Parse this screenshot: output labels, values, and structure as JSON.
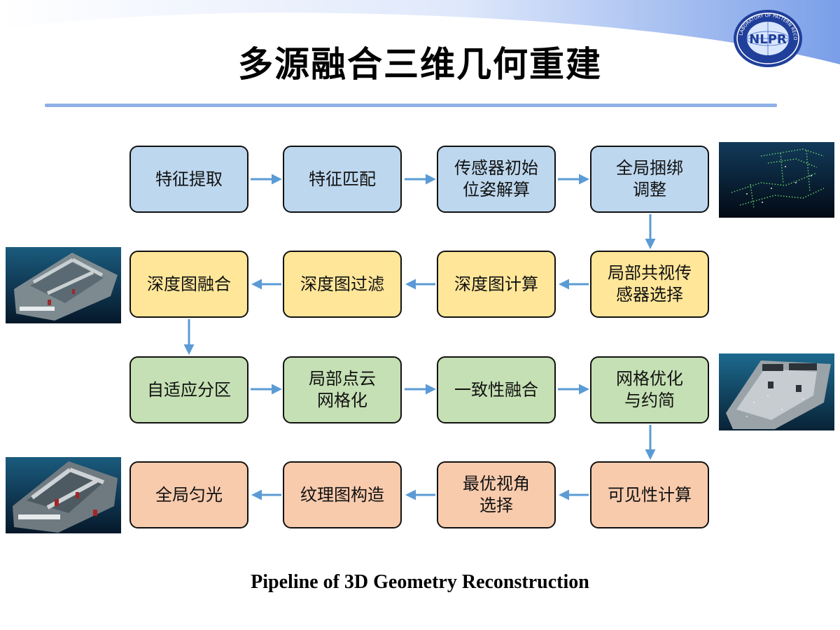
{
  "slide": {
    "title": "多源融合三维几何重建",
    "caption": "Pipeline of 3D Geometry Reconstruction",
    "logo": {
      "icon": "lab-logo-globe",
      "center_text": "NLPR",
      "ring_text": "LABORATORY OF PATTERN RECOGNITION"
    },
    "colors": {
      "row1": "#bdd7ee",
      "row2": "#ffe699",
      "row3": "#c5e0b4",
      "row4": "#f8cbad",
      "arrow": "#5b9bd5",
      "rule": "#8fb0e6"
    }
  },
  "pipeline": {
    "row1": [
      "特征提取",
      "特征匹配",
      "传感器初始\n位姿解算",
      "全局捆绑\n调整"
    ],
    "row2": [
      "深度图融合",
      "深度图过滤",
      "深度图计算",
      "局部共视传\n感器选择"
    ],
    "row3": [
      "自适应分区",
      "局部点云\n网格化",
      "一致性融合",
      "网格优化\n与约简"
    ],
    "row4": [
      "全局匀光",
      "纹理图构造",
      "最优视角\n选择",
      "可见性计算"
    ]
  },
  "thumbnails": [
    {
      "name": "sparse-point-cloud-thumbnail",
      "depicts": "sparse point cloud"
    },
    {
      "name": "dense-point-cloud-thumbnail",
      "depicts": "dense point cloud"
    },
    {
      "name": "mesh-model-thumbnail",
      "depicts": "mesh model"
    },
    {
      "name": "textured-model-thumbnail",
      "depicts": "textured model"
    }
  ]
}
